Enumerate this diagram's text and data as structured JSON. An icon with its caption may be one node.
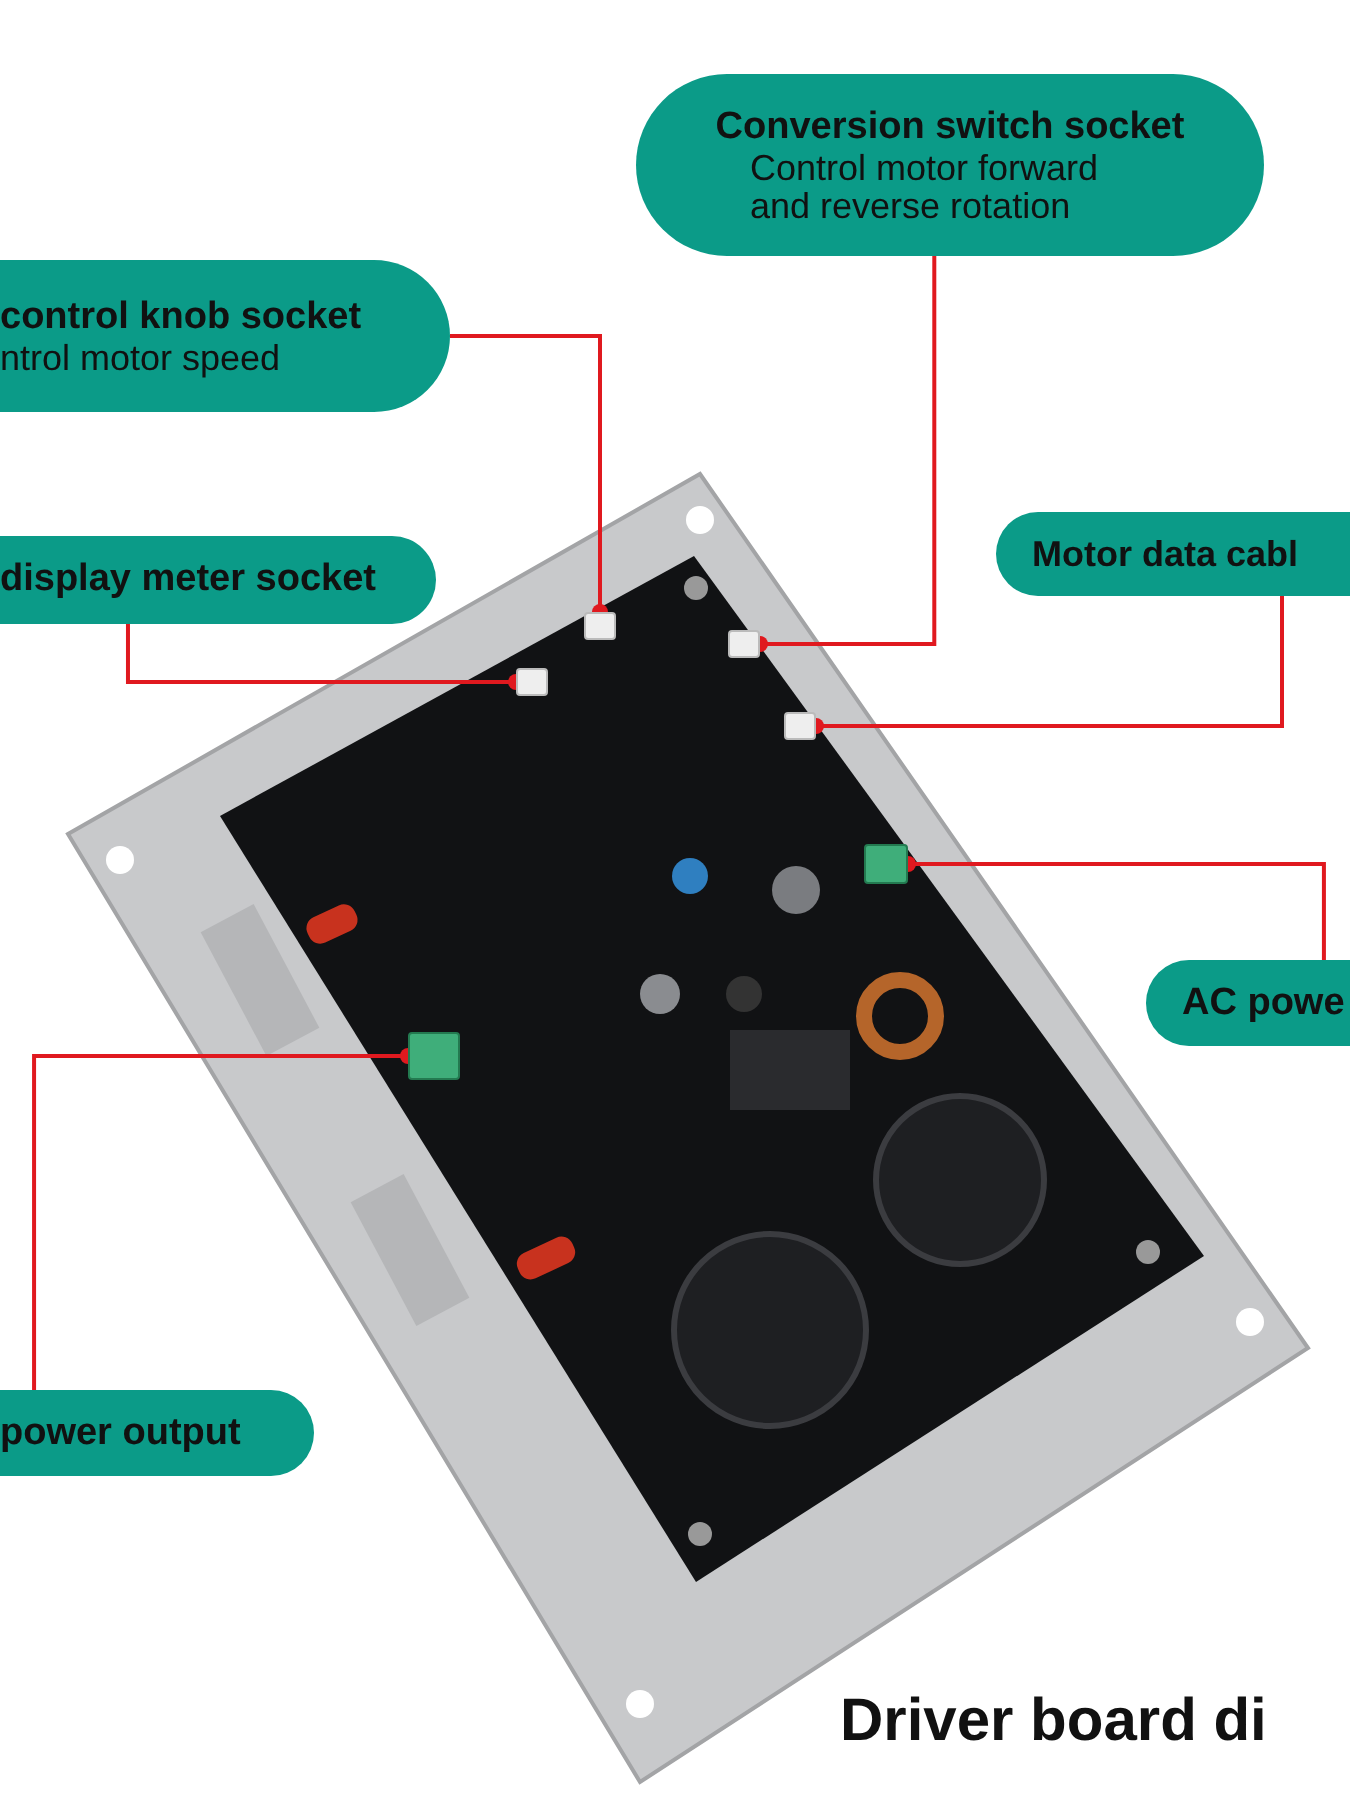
{
  "diagram": {
    "title": "Driver board di",
    "nodes": [
      {
        "text": [
          "Conversion switch socket",
          "Control motor forward and reverse rotation"
        ]
      },
      {
        "text": [
          "control knob socket",
          "ntrol motor speed"
        ]
      },
      {
        "text": [
          "display meter socket"
        ]
      },
      {
        "text": [
          "Motor data cabl"
        ]
      },
      {
        "text": [
          "AC powe"
        ]
      },
      {
        "text": [
          "power output"
        ]
      },
      {
        "text": [],
        "shape": "box"
      },
      {
        "text": [],
        "shape": "box"
      },
      {
        "text": [],
        "shape": "box"
      },
      {
        "text": [],
        "shape": "box"
      },
      {
        "text": [],
        "shape": "box"
      },
      {
        "text": [],
        "shape": "box"
      }
    ],
    "edges": [
      {
        "from": 0,
        "to": 6,
        "arrow": "other"
      },
      {
        "from": 1,
        "to": 7,
        "arrow": "other"
      },
      {
        "from": 2,
        "to": 8,
        "arrow": "other"
      },
      {
        "from": 3,
        "to": 9,
        "arrow": "other"
      },
      {
        "from": 4,
        "to": 10,
        "arrow": "other"
      },
      {
        "from": 5,
        "to": 11,
        "arrow": "other"
      }
    ]
  }
}
